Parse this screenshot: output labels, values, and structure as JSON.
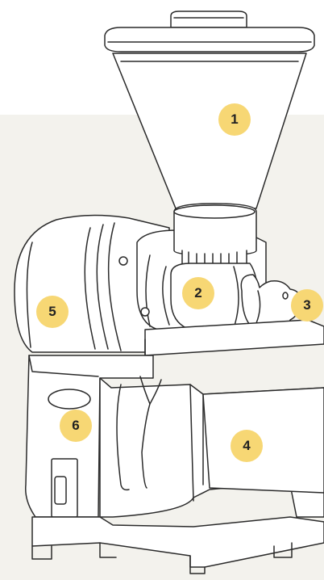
{
  "diagram": {
    "colors": {
      "background_panel": "#f3f2ed",
      "line": "#2a2a2a",
      "badge_fill": "#f7d774",
      "badge_text": "#222222"
    },
    "callouts": [
      {
        "id": "1",
        "label": "1"
      },
      {
        "id": "2",
        "label": "2"
      },
      {
        "id": "3",
        "label": "3"
      },
      {
        "id": "4",
        "label": "4"
      },
      {
        "id": "5",
        "label": "5"
      },
      {
        "id": "6",
        "label": "6"
      }
    ]
  }
}
